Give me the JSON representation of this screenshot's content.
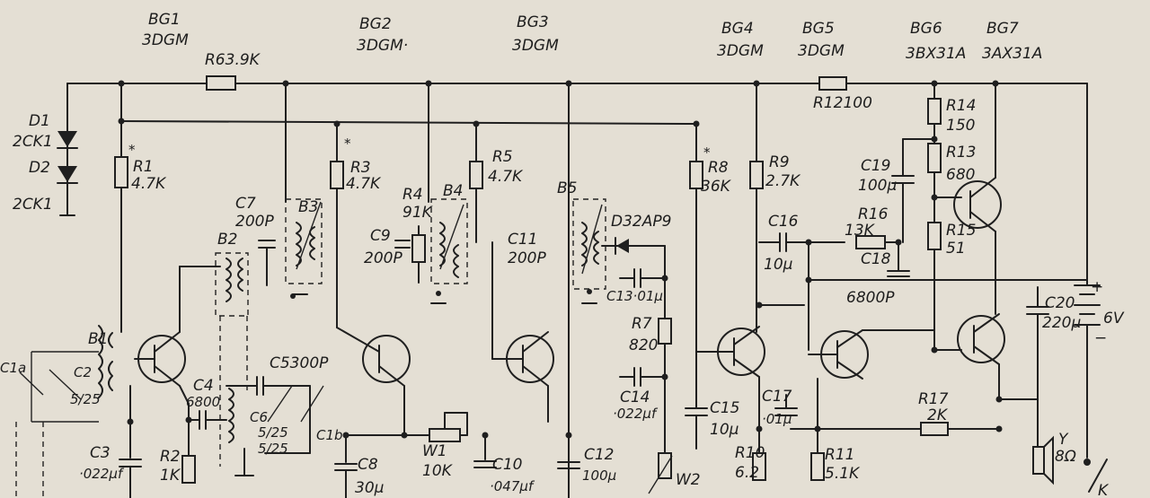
{
  "transistors": [
    {
      "id": "bg1",
      "ref": "BG1",
      "part": "3DGM"
    },
    {
      "id": "bg2",
      "ref": "BG2",
      "part": "3DGM·"
    },
    {
      "id": "bg3",
      "ref": "BG3",
      "part": "3DGM"
    },
    {
      "id": "bg4",
      "ref": "BG4",
      "part": "3DGM"
    },
    {
      "id": "bg5",
      "ref": "BG5",
      "part": "3DGM"
    },
    {
      "id": "bg6",
      "ref": "BG6",
      "part": "3BX31A"
    },
    {
      "id": "bg7",
      "ref": "BG7",
      "part": "3AX31A"
    }
  ],
  "diodes": [
    {
      "id": "d1",
      "ref": "D1",
      "part": "2CK1"
    },
    {
      "id": "d2",
      "ref": "D2",
      "part": "2CK1"
    }
  ],
  "detector": {
    "ref": "D32AP9"
  },
  "transformers": {
    "b1": "B1",
    "b2": "B2",
    "b3": "B3",
    "b4": "B4",
    "b5": "B5"
  },
  "resistors": {
    "r1": "R1",
    "r1v": "4.7K",
    "r3": "R3",
    "r3v": "4.7K",
    "r4": "R4",
    "r4v": "91K",
    "r5": "R5",
    "r5v": "4.7K",
    "r6": "R63.9K",
    "r7": "R7",
    "r7v": "820",
    "r8": "R8",
    "r8v": "36K",
    "r9": "R9",
    "r9v": "2.7K",
    "r10": "R10",
    "r10v": "6.2",
    "r11": "R11",
    "r11v": "5.1K",
    "r12": "R12100",
    "r13": "R13",
    "r13v": "680",
    "r14": "R14",
    "r14v": "150",
    "r15": "R15",
    "r15v": "51",
    "r16": "R16",
    "r16v": "13K",
    "r17": "R17",
    "r17v": "2K",
    "r2": "R2",
    "r2v": "1K"
  },
  "capacitors": {
    "c1a": "C1a",
    "c1b": "C1b",
    "c2": "C2",
    "c2v": "5/25",
    "c3": "C3",
    "c3v": "·022μf",
    "c4": "C4",
    "c4v": "6800",
    "c5": "C5300P",
    "c6": "C6",
    "c6v": "5/25",
    "c7": "C7",
    "c7v": "200P",
    "c8": "C8",
    "c8v": "30μ",
    "c9": "C9",
    "c9v": "200P",
    "c10": "C10",
    "c10v": "·047μf",
    "c11": "C11",
    "c11v": "200P",
    "c12": "C12",
    "c12v": "100μ",
    "c13": "C13·01μ",
    "c14": "C14",
    "c14v": "·022μf",
    "c15": "C15",
    "c15v": "10μ",
    "c16": "C16",
    "c16v": "10μ",
    "c17": "C17",
    "c17v": "·01μ",
    "c18": "C18",
    "c18v": "6800P",
    "c19": "C19",
    "c19v": "100μ",
    "c20": "C20",
    "c20v": "220μ"
  },
  "pots": {
    "w1": "W1",
    "w1v": "10K",
    "w2": "W2"
  },
  "misc": {
    "star": "*",
    "battery": "6V",
    "plus": "+",
    "minus": "−",
    "speaker": "Y",
    "speaker_v": "8Ω",
    "switch": "K"
  }
}
